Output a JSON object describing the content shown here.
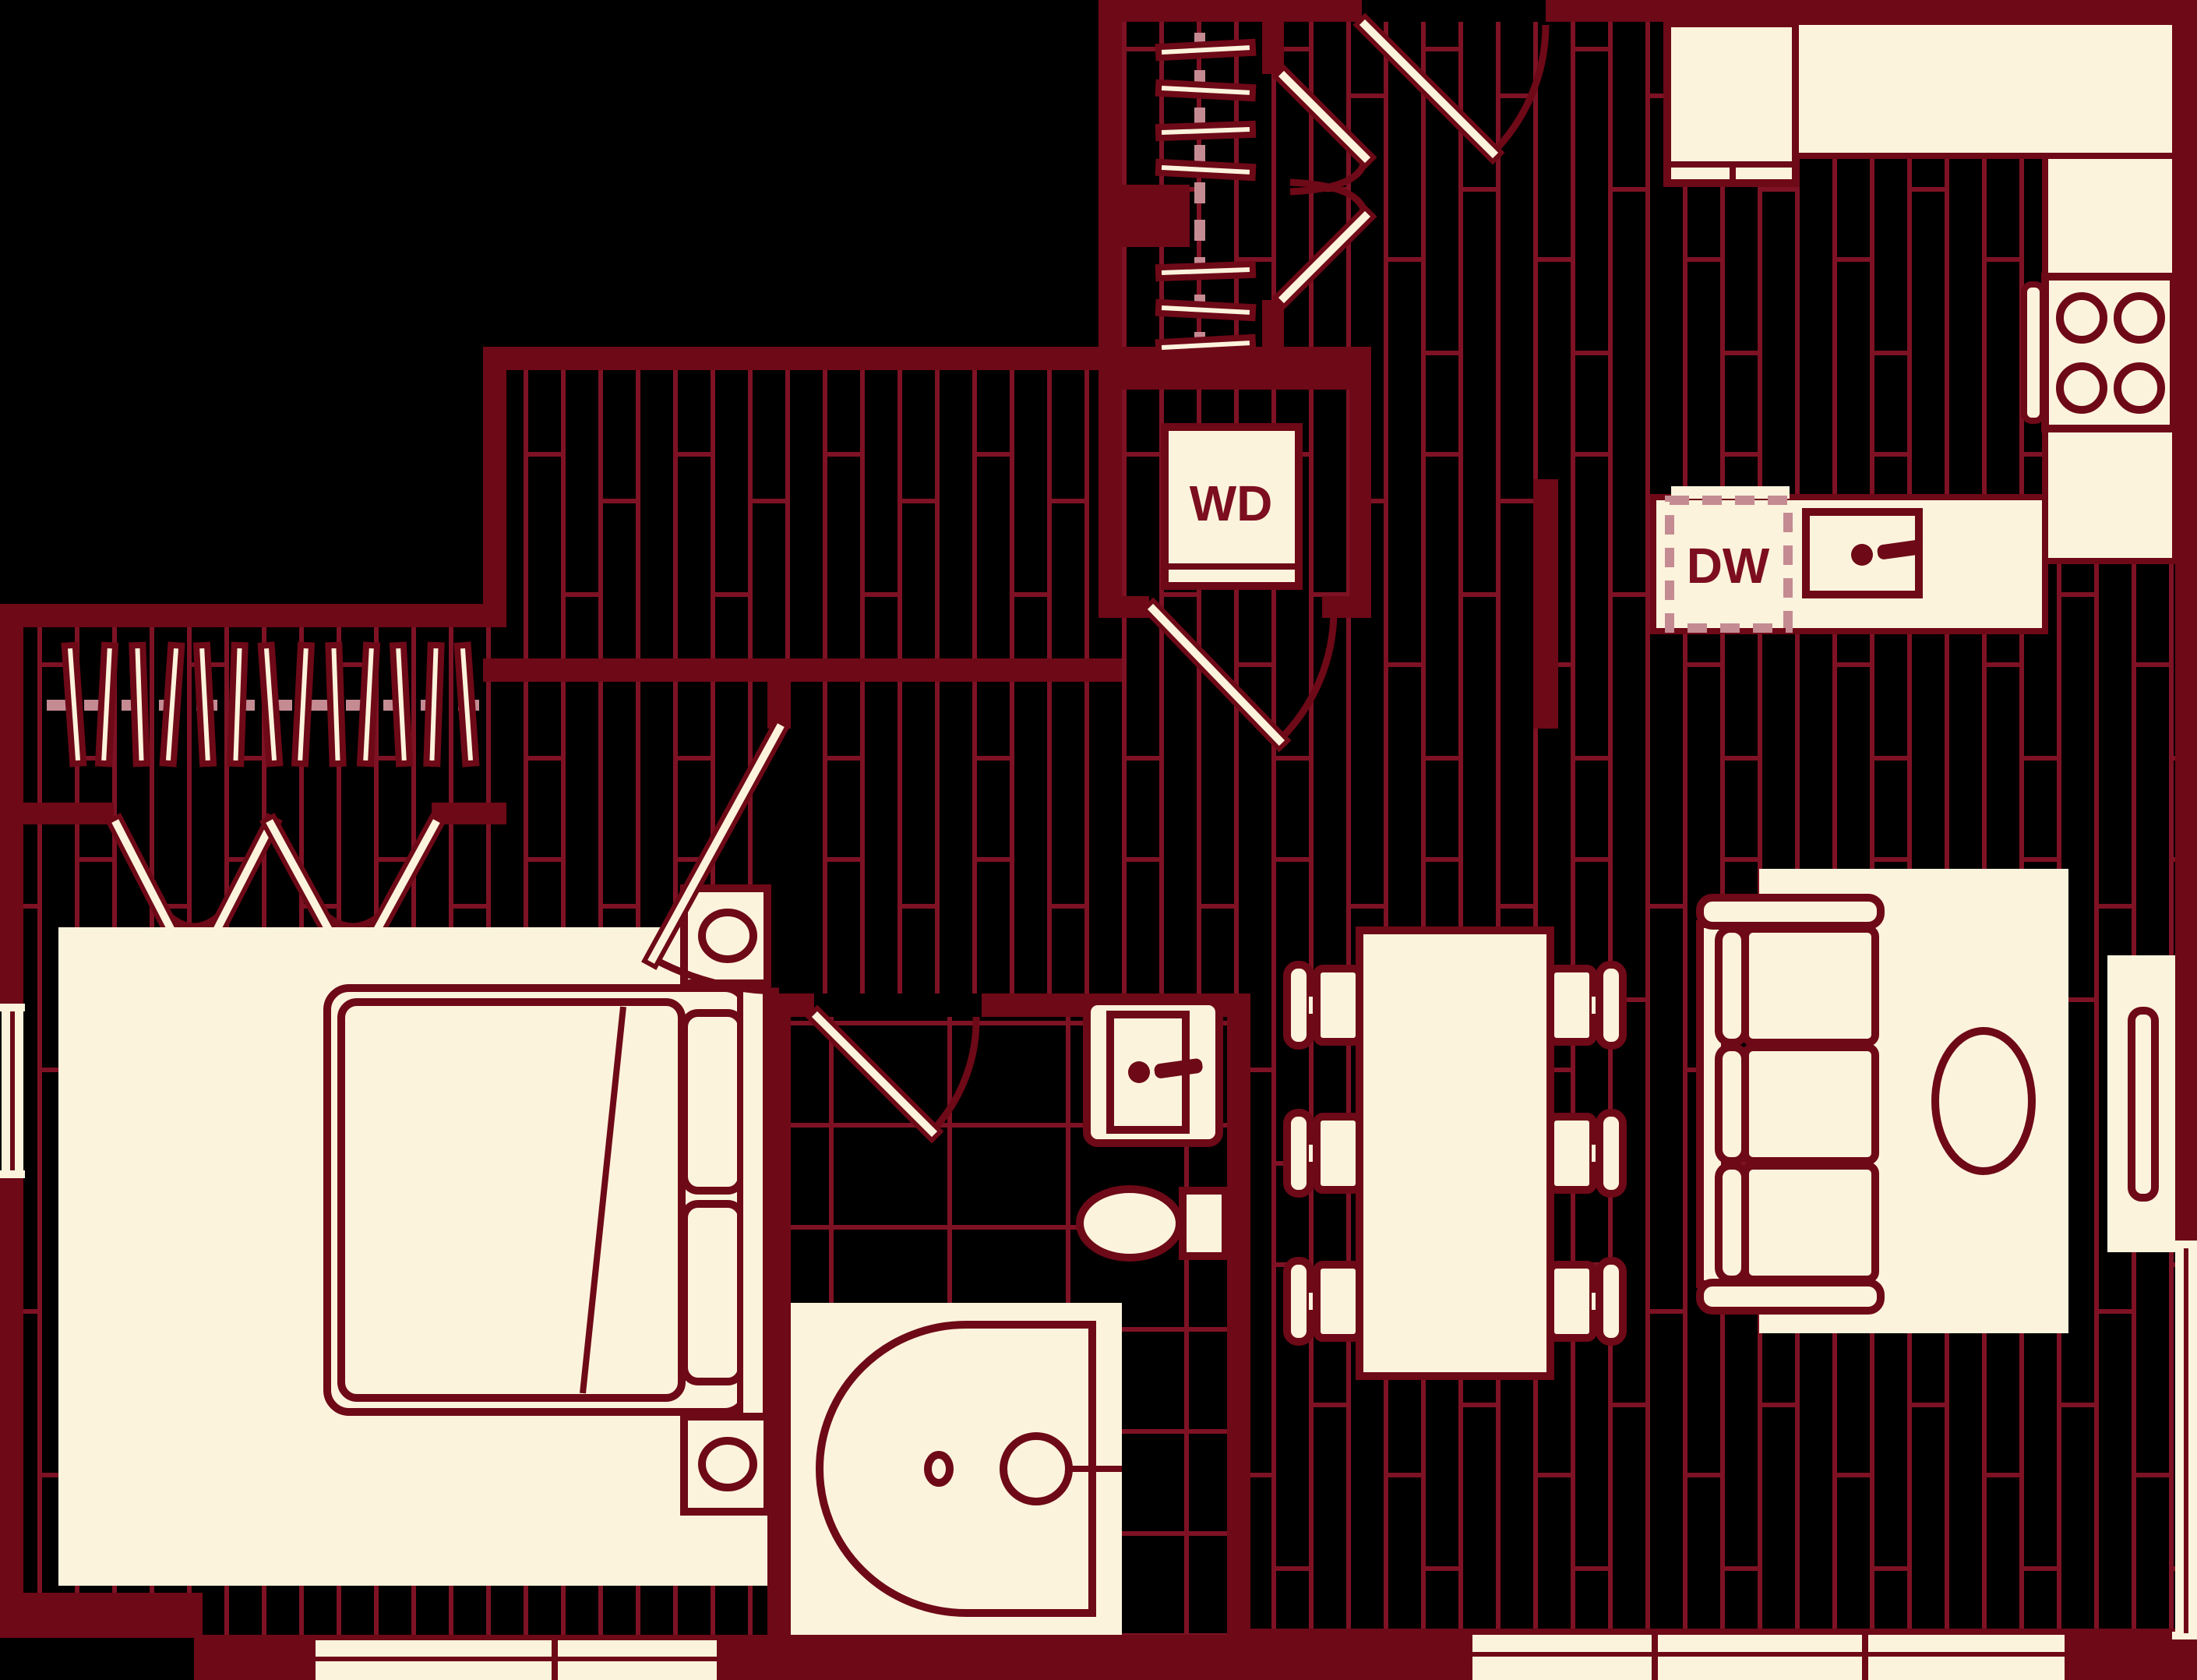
{
  "title": "apartment-floor-plan",
  "labels": {
    "washer_dryer": "WD",
    "dishwasher": "DW"
  },
  "colors": {
    "bg": "#000000",
    "wall": "#6E0917",
    "plank": "#7E1224",
    "cream": "#FCF3DC",
    "line": "#6E0917",
    "dash": "#C58B93",
    "text": "#7C0E20",
    "tile": "#7E1224"
  },
  "rooms": [
    "bedroom",
    "bedroom-closet",
    "hallway",
    "bathroom",
    "entry",
    "entry-closet",
    "laundry-closet",
    "kitchen",
    "living-dining"
  ],
  "fixtures": {
    "bed": 1,
    "nightstands": 2,
    "lamps": 2,
    "closet-hangers-bedroom": 13,
    "closet-hangers-entry": 7,
    "washer-dryer": 1,
    "dishwasher": 1,
    "kitchen-sink": 1,
    "stove-burners": 4,
    "refrigerator": 1,
    "dining-chairs": 6,
    "dining-table": 1,
    "sofa-seats": 3,
    "coffee-table": 1,
    "tv-console": 1,
    "bathtub": 1,
    "toilet": 1,
    "vanity-sink": 1,
    "windows": 6,
    "doors": 7
  }
}
